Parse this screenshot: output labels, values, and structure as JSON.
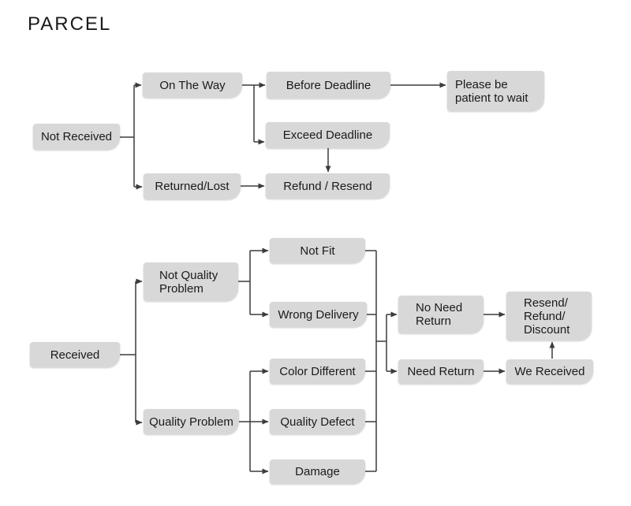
{
  "page": {
    "title": "PARCEL"
  },
  "colors": {
    "background": "#ffffff",
    "node_fill": "#d8d8d8",
    "node_text": "#1a1a1a",
    "connector": "#3c3c3c"
  },
  "flowchart": {
    "nodes": {
      "not_received": "Not Received",
      "on_the_way": "On The Way",
      "before_deadline": "Before Deadline",
      "please_wait": "Please be\npatient to wait",
      "exceed_deadline": "Exceed Deadline",
      "returned_lost": "Returned/Lost",
      "refund_resend": "Refund / Resend",
      "received": "Received",
      "not_quality_problem": "Not Quality\nProblem",
      "quality_problem": "Quality Problem",
      "not_fit": "Not Fit",
      "wrong_delivery": "Wrong Delivery",
      "color_different": "Color Different",
      "quality_defect": "Quality Defect",
      "damage": "Damage",
      "no_need_return": "No Need\nReturn",
      "need_return": "Need Return",
      "resend_refund_discount": "Resend/\nRefund/\nDiscount",
      "we_received": "We Received"
    },
    "edges": [
      {
        "from": "not_received",
        "to": "on_the_way"
      },
      {
        "from": "not_received",
        "to": "returned_lost"
      },
      {
        "from": "on_the_way",
        "to": "before_deadline"
      },
      {
        "from": "on_the_way",
        "to": "exceed_deadline"
      },
      {
        "from": "before_deadline",
        "to": "please_wait"
      },
      {
        "from": "exceed_deadline",
        "to": "refund_resend"
      },
      {
        "from": "returned_lost",
        "to": "refund_resend"
      },
      {
        "from": "received",
        "to": "not_quality_problem"
      },
      {
        "from": "received",
        "to": "quality_problem"
      },
      {
        "from": "not_quality_problem",
        "to": "not_fit"
      },
      {
        "from": "not_quality_problem",
        "to": "wrong_delivery"
      },
      {
        "from": "quality_problem",
        "to": "color_different"
      },
      {
        "from": "quality_problem",
        "to": "quality_defect"
      },
      {
        "from": "quality_problem",
        "to": "damage"
      },
      {
        "from": "not_fit",
        "to": "return_decision_junction"
      },
      {
        "from": "wrong_delivery",
        "to": "return_decision_junction"
      },
      {
        "from": "color_different",
        "to": "return_decision_junction"
      },
      {
        "from": "quality_defect",
        "to": "return_decision_junction"
      },
      {
        "from": "damage",
        "to": "return_decision_junction"
      },
      {
        "from": "return_decision_junction",
        "to": "no_need_return"
      },
      {
        "from": "return_decision_junction",
        "to": "need_return"
      },
      {
        "from": "no_need_return",
        "to": "resend_refund_discount"
      },
      {
        "from": "need_return",
        "to": "we_received"
      },
      {
        "from": "we_received",
        "to": "resend_refund_discount"
      }
    ]
  }
}
